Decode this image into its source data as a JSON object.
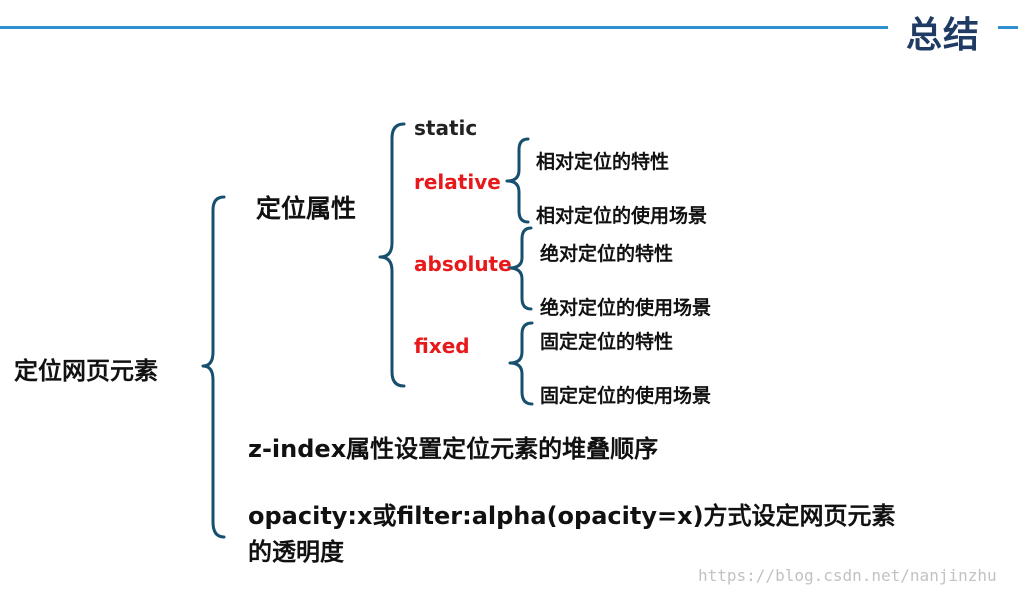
{
  "header": {
    "title": "总结",
    "line_color": "#2f8fd1",
    "title_color": "#1f3a63"
  },
  "root": "定位网页元素",
  "positioning": {
    "label": "定位属性",
    "static": "static",
    "relative": {
      "label": "relative",
      "items": [
        "相对定位的特性",
        "相对定位的使用场景"
      ]
    },
    "absolute": {
      "label": "absolute",
      "items": [
        "绝对定位的特性",
        "绝对定位的使用场景"
      ]
    },
    "fixed": {
      "label": "fixed",
      "items": [
        "固定定位的特性",
        "固定定位的使用场景"
      ]
    }
  },
  "zindex": "z-index属性设置定位元素的堆叠顺序",
  "opacity": {
    "line1": "opacity:x或filter:alpha(opacity=x)方式设定网页元素",
    "line2": "的透明度"
  },
  "colors": {
    "accent_red": "#e8191a",
    "brace": "#17506f"
  },
  "watermark": "https://blog.csdn.net/nanjinzhu"
}
